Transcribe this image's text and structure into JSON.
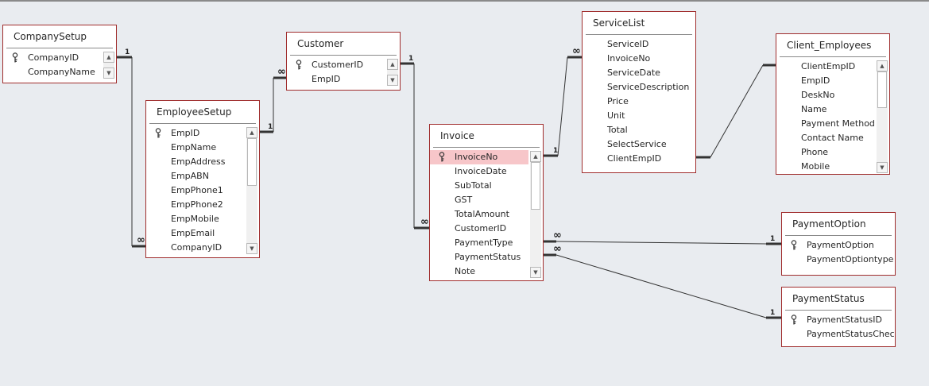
{
  "tables": [
    {
      "name": "CompanySetup",
      "fields": [
        {
          "name": "CompanyID",
          "key": true
        },
        {
          "name": "CompanyName"
        }
      ]
    },
    {
      "name": "EmployeeSetup",
      "fields": [
        {
          "name": "EmpID",
          "key": true
        },
        {
          "name": "EmpName"
        },
        {
          "name": "EmpAddress"
        },
        {
          "name": "EmpABN"
        },
        {
          "name": "EmpPhone1"
        },
        {
          "name": "EmpPhone2"
        },
        {
          "name": "EmpMobile"
        },
        {
          "name": "EmpEmail"
        },
        {
          "name": "CompanyID"
        }
      ]
    },
    {
      "name": "Customer",
      "fields": [
        {
          "name": "CustomerID",
          "key": true
        },
        {
          "name": "EmpID"
        }
      ]
    },
    {
      "name": "Invoice",
      "fields": [
        {
          "name": "InvoiceNo",
          "key": true,
          "selected": true
        },
        {
          "name": "InvoiceDate"
        },
        {
          "name": "SubTotal"
        },
        {
          "name": "GST"
        },
        {
          "name": "TotalAmount"
        },
        {
          "name": "CustomerID"
        },
        {
          "name": "PaymentType"
        },
        {
          "name": "PaymentStatus"
        },
        {
          "name": "Note"
        }
      ]
    },
    {
      "name": "ServiceList",
      "fields": [
        {
          "name": "ServiceID"
        },
        {
          "name": "InvoiceNo"
        },
        {
          "name": "ServiceDate"
        },
        {
          "name": "ServiceDescription"
        },
        {
          "name": "Price"
        },
        {
          "name": "Unit"
        },
        {
          "name": "Total"
        },
        {
          "name": "SelectService"
        },
        {
          "name": "ClientEmpID"
        }
      ]
    },
    {
      "name": "Client_Employees",
      "fields": [
        {
          "name": "ClientEmpID"
        },
        {
          "name": "EmpID"
        },
        {
          "name": "DeskNo"
        },
        {
          "name": "Name"
        },
        {
          "name": "Payment Method"
        },
        {
          "name": "Contact Name"
        },
        {
          "name": "Phone"
        },
        {
          "name": "Mobile"
        }
      ]
    },
    {
      "name": "PaymentOption",
      "fields": [
        {
          "name": "PaymentOption",
          "key": true
        },
        {
          "name": "PaymentOptiontype"
        }
      ]
    },
    {
      "name": "PaymentStatus",
      "fields": [
        {
          "name": "PaymentStatusID",
          "key": true
        },
        {
          "name": "PaymentStatusCheck"
        }
      ]
    }
  ],
  "relationships": [
    {
      "from": "CompanySetup",
      "to": "EmployeeSetup",
      "from_end": "1",
      "to_end": "∞"
    },
    {
      "from": "EmployeeSetup",
      "to": "Customer",
      "from_end": "1",
      "to_end": "∞"
    },
    {
      "from": "Customer",
      "to": "Invoice",
      "from_end": "1",
      "to_end": "∞"
    },
    {
      "from": "Invoice",
      "to": "ServiceList",
      "from_end": "1",
      "to_end": "∞"
    },
    {
      "from": "ServiceList",
      "to": "Client_Employees",
      "from_end": "",
      "to_end": ""
    },
    {
      "from": "Invoice",
      "to": "PaymentOption",
      "from_end": "∞",
      "to_end": "1"
    },
    {
      "from": "Invoice",
      "to": "PaymentStatus",
      "from_end": "∞",
      "to_end": "1"
    }
  ],
  "colors": {
    "canvas": "#e9ecf0",
    "table_border": "#a02d2d",
    "selected_row": "#f7c6c9",
    "line": "#333333"
  }
}
